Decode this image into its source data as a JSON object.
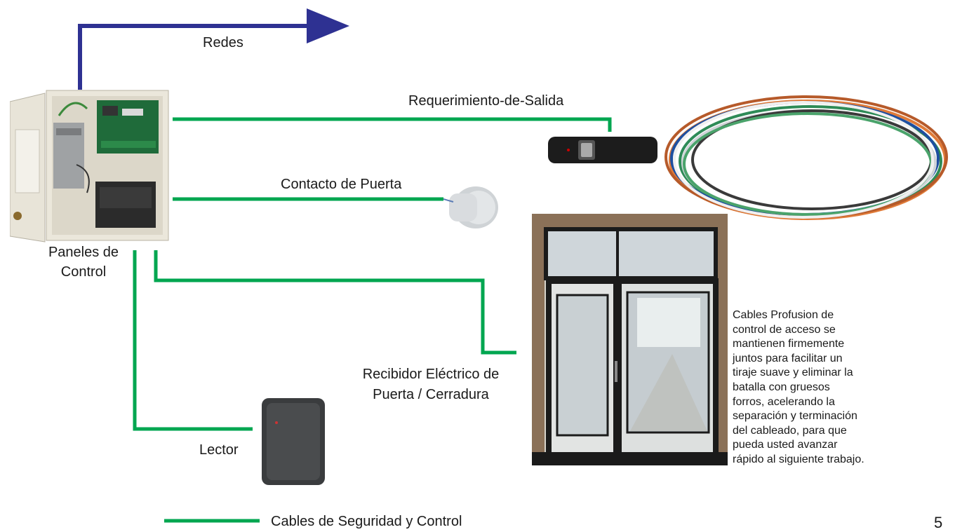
{
  "colors": {
    "network_line": "#2e3192",
    "security_cable": "#00a650"
  },
  "labels": {
    "redes": "Redes",
    "requerimiento": "Requerimiento-de-Salida",
    "contacto": "Contacto de Puerta",
    "panel_line1": "Paneles de",
    "panel_line2": "Control",
    "recibidor_line1": "Recibidor Eléctrico de",
    "recibidor_line2": "Puerta / Cerradura",
    "lector": "Lector"
  },
  "description": [
    "Cables Profusion de",
    "control de acceso se",
    "mantienen firmemente",
    "juntos para facilitar un",
    "tiraje suave y eliminar la",
    "batalla con gruesos",
    "forros, acelerando la",
    "separación y terminación",
    "del cableado, para que",
    "pueda usted avanzar",
    "rápido al siguiente trabajo."
  ],
  "legend": {
    "label": "Cables de Seguridad y Control"
  },
  "page_number": "5",
  "images": {
    "control_panel": "control-panel-enclosure",
    "rex_sensor": "request-to-exit-sensor",
    "door_contact": "door-contact-sensor",
    "cable_coil": "multicolor-cable-coil",
    "door_photo": "glass-door-hallway-photo",
    "reader": "card-reader"
  }
}
